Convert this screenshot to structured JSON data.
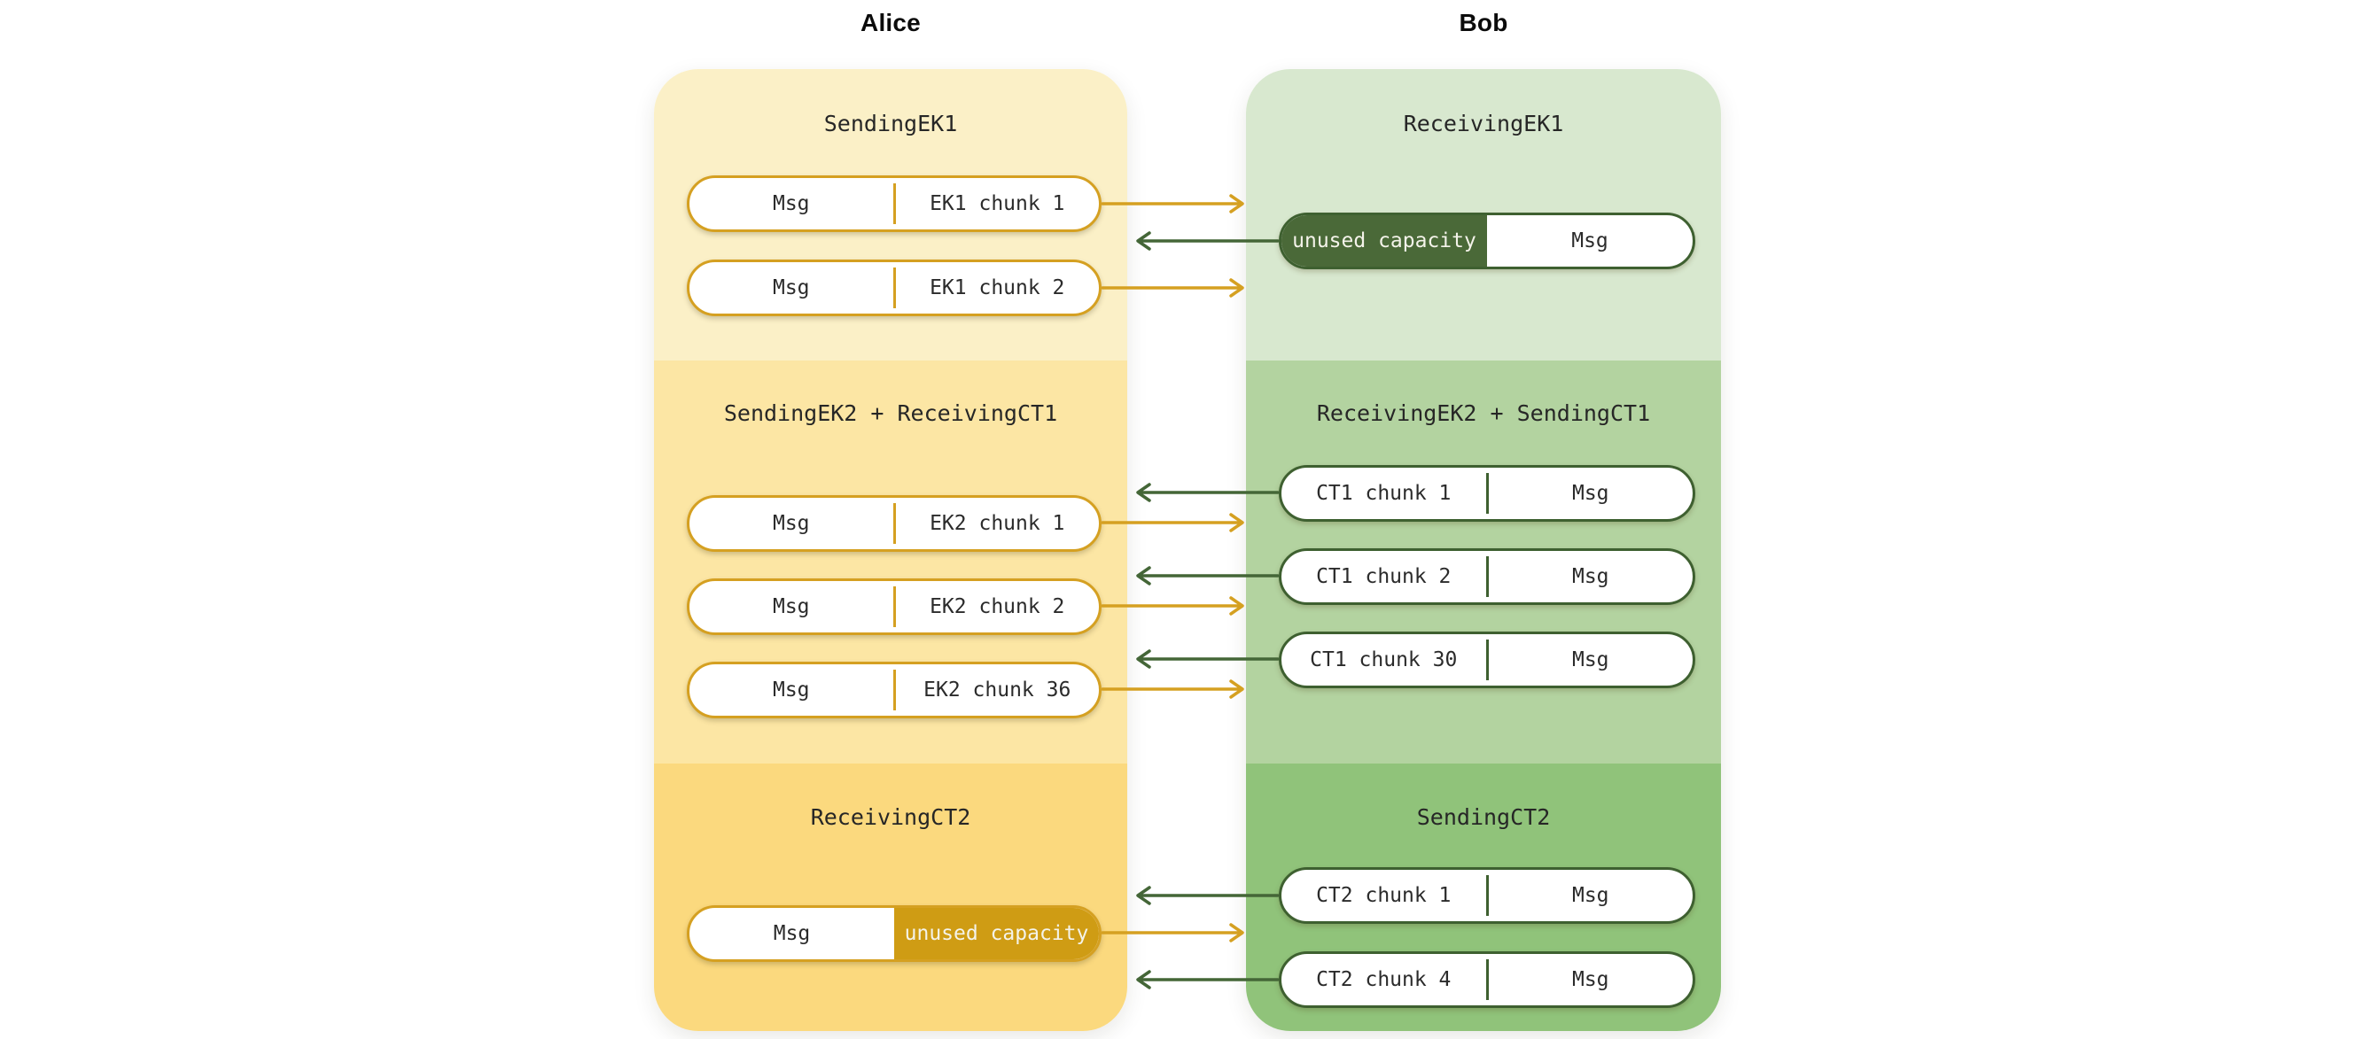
{
  "alice": {
    "title": "Alice",
    "sections": [
      {
        "title": "SendingEK1",
        "pills": [
          {
            "left": "Msg",
            "right": "EK1 chunk 1"
          },
          {
            "left": "Msg",
            "right": "EK1 chunk 2"
          }
        ]
      },
      {
        "title": "SendingEK2 + ReceivingCT1",
        "pills": [
          {
            "left": "Msg",
            "right": "EK2 chunk 1"
          },
          {
            "left": "Msg",
            "right": "EK2 chunk 2"
          },
          {
            "left": "Msg",
            "right": "EK2 chunk 36"
          }
        ]
      },
      {
        "title": "ReceivingCT2",
        "pills": [
          {
            "left": "Msg",
            "right": "unused capacity"
          }
        ]
      }
    ]
  },
  "bob": {
    "title": "Bob",
    "sections": [
      {
        "title": "ReceivingEK1",
        "pills": [
          {
            "left": "unused capacity",
            "right": "Msg"
          }
        ]
      },
      {
        "title": "ReceivingEK2 + SendingCT1",
        "pills": [
          {
            "left": "CT1 chunk 1",
            "right": "Msg"
          },
          {
            "left": "CT1 chunk 2",
            "right": "Msg"
          },
          {
            "left": "CT1 chunk 30",
            "right": "Msg"
          }
        ]
      },
      {
        "title": "SendingCT2",
        "pills": [
          {
            "left": "CT2 chunk 1",
            "right": "Msg"
          },
          {
            "left": "CT2 chunk 4",
            "right": "Msg"
          }
        ]
      }
    ]
  },
  "icons": {
    "arrow_right": "right-chevron-arrow",
    "arrow_left": "left-chevron-arrow"
  },
  "colors": {
    "alice_section_backgrounds": [
      "#FBF0C7",
      "#FCE6A4",
      "#FBD97E"
    ],
    "bob_section_backgrounds": [
      "#D8E8CF",
      "#B3D3A0",
      "#90C37A"
    ],
    "gold_accent": "#D5A021",
    "amber_fill": "#CF9C14",
    "dark_green_fill": "#4A6938",
    "dark_green_accent": "#3E6030",
    "text_dark": "#2B2B2B",
    "text_light": "#F4F3EA",
    "page_background": "#FFFFFF"
  }
}
